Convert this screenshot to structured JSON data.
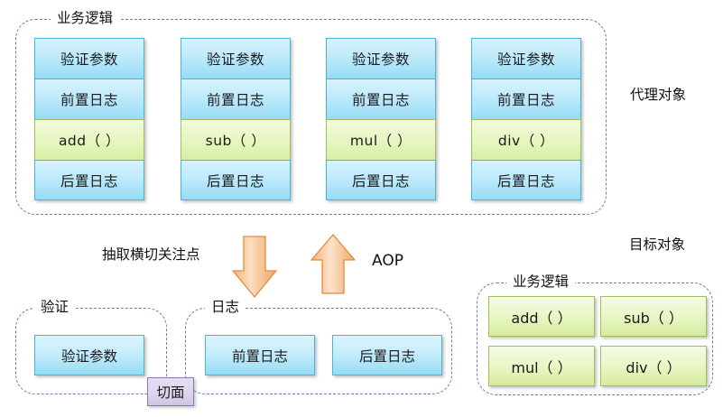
{
  "diagram": {
    "title_proxy": "代理对象",
    "title_target": "目标对象",
    "aop_label": "AOP",
    "extract_label": "抽取横切关注点",
    "aspect_badge": "切面"
  },
  "proxy_group": {
    "label": "业务逻辑",
    "columns": [
      {
        "name": "add-column",
        "rows": [
          "验证参数",
          "前置日志",
          "add（ ）",
          "后置日志"
        ],
        "types": [
          "blue",
          "blue",
          "green",
          "blue"
        ]
      },
      {
        "name": "sub-column",
        "rows": [
          "验证参数",
          "前置日志",
          "sub（ ）",
          "后置日志"
        ],
        "types": [
          "blue",
          "blue",
          "green",
          "blue"
        ]
      },
      {
        "name": "mul-column",
        "rows": [
          "验证参数",
          "前置日志",
          "mul（ ）",
          "后置日志"
        ],
        "types": [
          "blue",
          "blue",
          "green",
          "blue"
        ]
      },
      {
        "name": "div-column",
        "rows": [
          "验证参数",
          "前置日志",
          "div（ ）",
          "后置日志"
        ],
        "types": [
          "blue",
          "blue",
          "green",
          "blue"
        ]
      }
    ]
  },
  "validation_group": {
    "label": "验证",
    "items": [
      "验证参数"
    ]
  },
  "log_group": {
    "label": "日志",
    "items": [
      "前置日志",
      "后置日志"
    ]
  },
  "target_group": {
    "label": "业务逻辑",
    "items": [
      "add（ ）",
      "sub（ ）",
      "mul（ ）",
      "div（ ）"
    ]
  },
  "arrows": {
    "down": "down-arrow",
    "up": "up-arrow"
  },
  "colors": {
    "dashed_border": "#6b7fa8",
    "blue_fill": "#bfeafb",
    "blue_border": "#4bb3d8",
    "green_fill": "#e7f6c2",
    "green_border": "#9fbf5e",
    "arrow_fill": "#f6c08a",
    "arrow_border": "#e08b3f",
    "badge_fill": "#ddd4ee",
    "badge_border": "#8a77b5"
  }
}
